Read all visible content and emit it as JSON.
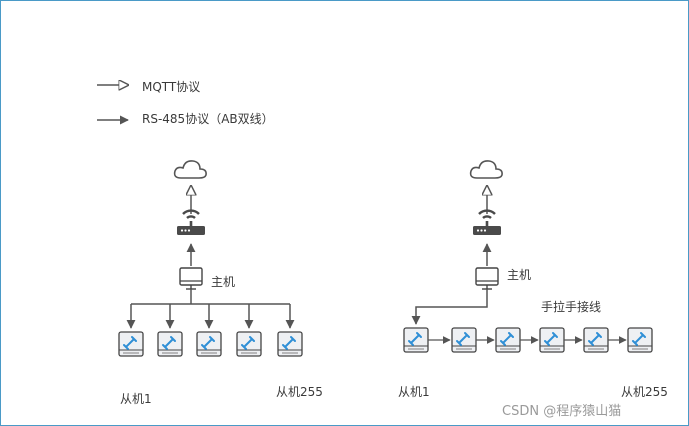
{
  "legend": {
    "mqtt_label": "MQTT协议",
    "rs485_label": "RS-485协议（AB双线）"
  },
  "left": {
    "host_label": "主机",
    "slave_first_label": "从机1",
    "slave_last_label": "从机255"
  },
  "right": {
    "host_label": "主机",
    "chain_label": "手拉手接线",
    "slave_first_label": "从机1",
    "slave_last_label": "从机255"
  },
  "watermark": "CSDN @程序猿山猫",
  "colors": {
    "frame": "#4a9ac7",
    "line": "#555555",
    "device_fill": "#eef0f3",
    "device_stroke": "#444444",
    "wrench": "#2f8fd6",
    "router": "#4a4a4a"
  }
}
